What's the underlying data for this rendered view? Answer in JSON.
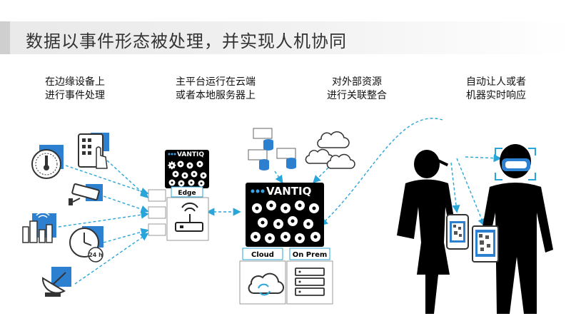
{
  "title": "数据以事件形态被处理，并实现人机协同",
  "captions": {
    "edge": [
      "在边缘设备上",
      "进行事件处理"
    ],
    "platform": [
      "主平台运行在云端",
      "或者本地服务器上"
    ],
    "external": [
      "对外部资源",
      "进行关联整合"
    ],
    "automation": [
      "自动让人或者",
      "机器实时响应"
    ]
  },
  "labels": {
    "brand": "VANTIQ",
    "edge": "Edge",
    "cloud": "Cloud",
    "on_prem": "On Prem",
    "timer": "24 h"
  },
  "icons": [
    "thermometer-gauge-icon",
    "tablet-touch-icon",
    "security-camera-icon",
    "smart-city-icon",
    "clock-24h-icon",
    "satellite-dish-icon",
    "router-icon",
    "database-server-icon",
    "cloud-icon",
    "server-rack-icon",
    "person-icon",
    "smartphone-icon",
    "vr-headset-icon"
  ],
  "colors": {
    "accent": "#2d7fd0",
    "dash": "#2aa5d9",
    "dark": "#000000"
  }
}
